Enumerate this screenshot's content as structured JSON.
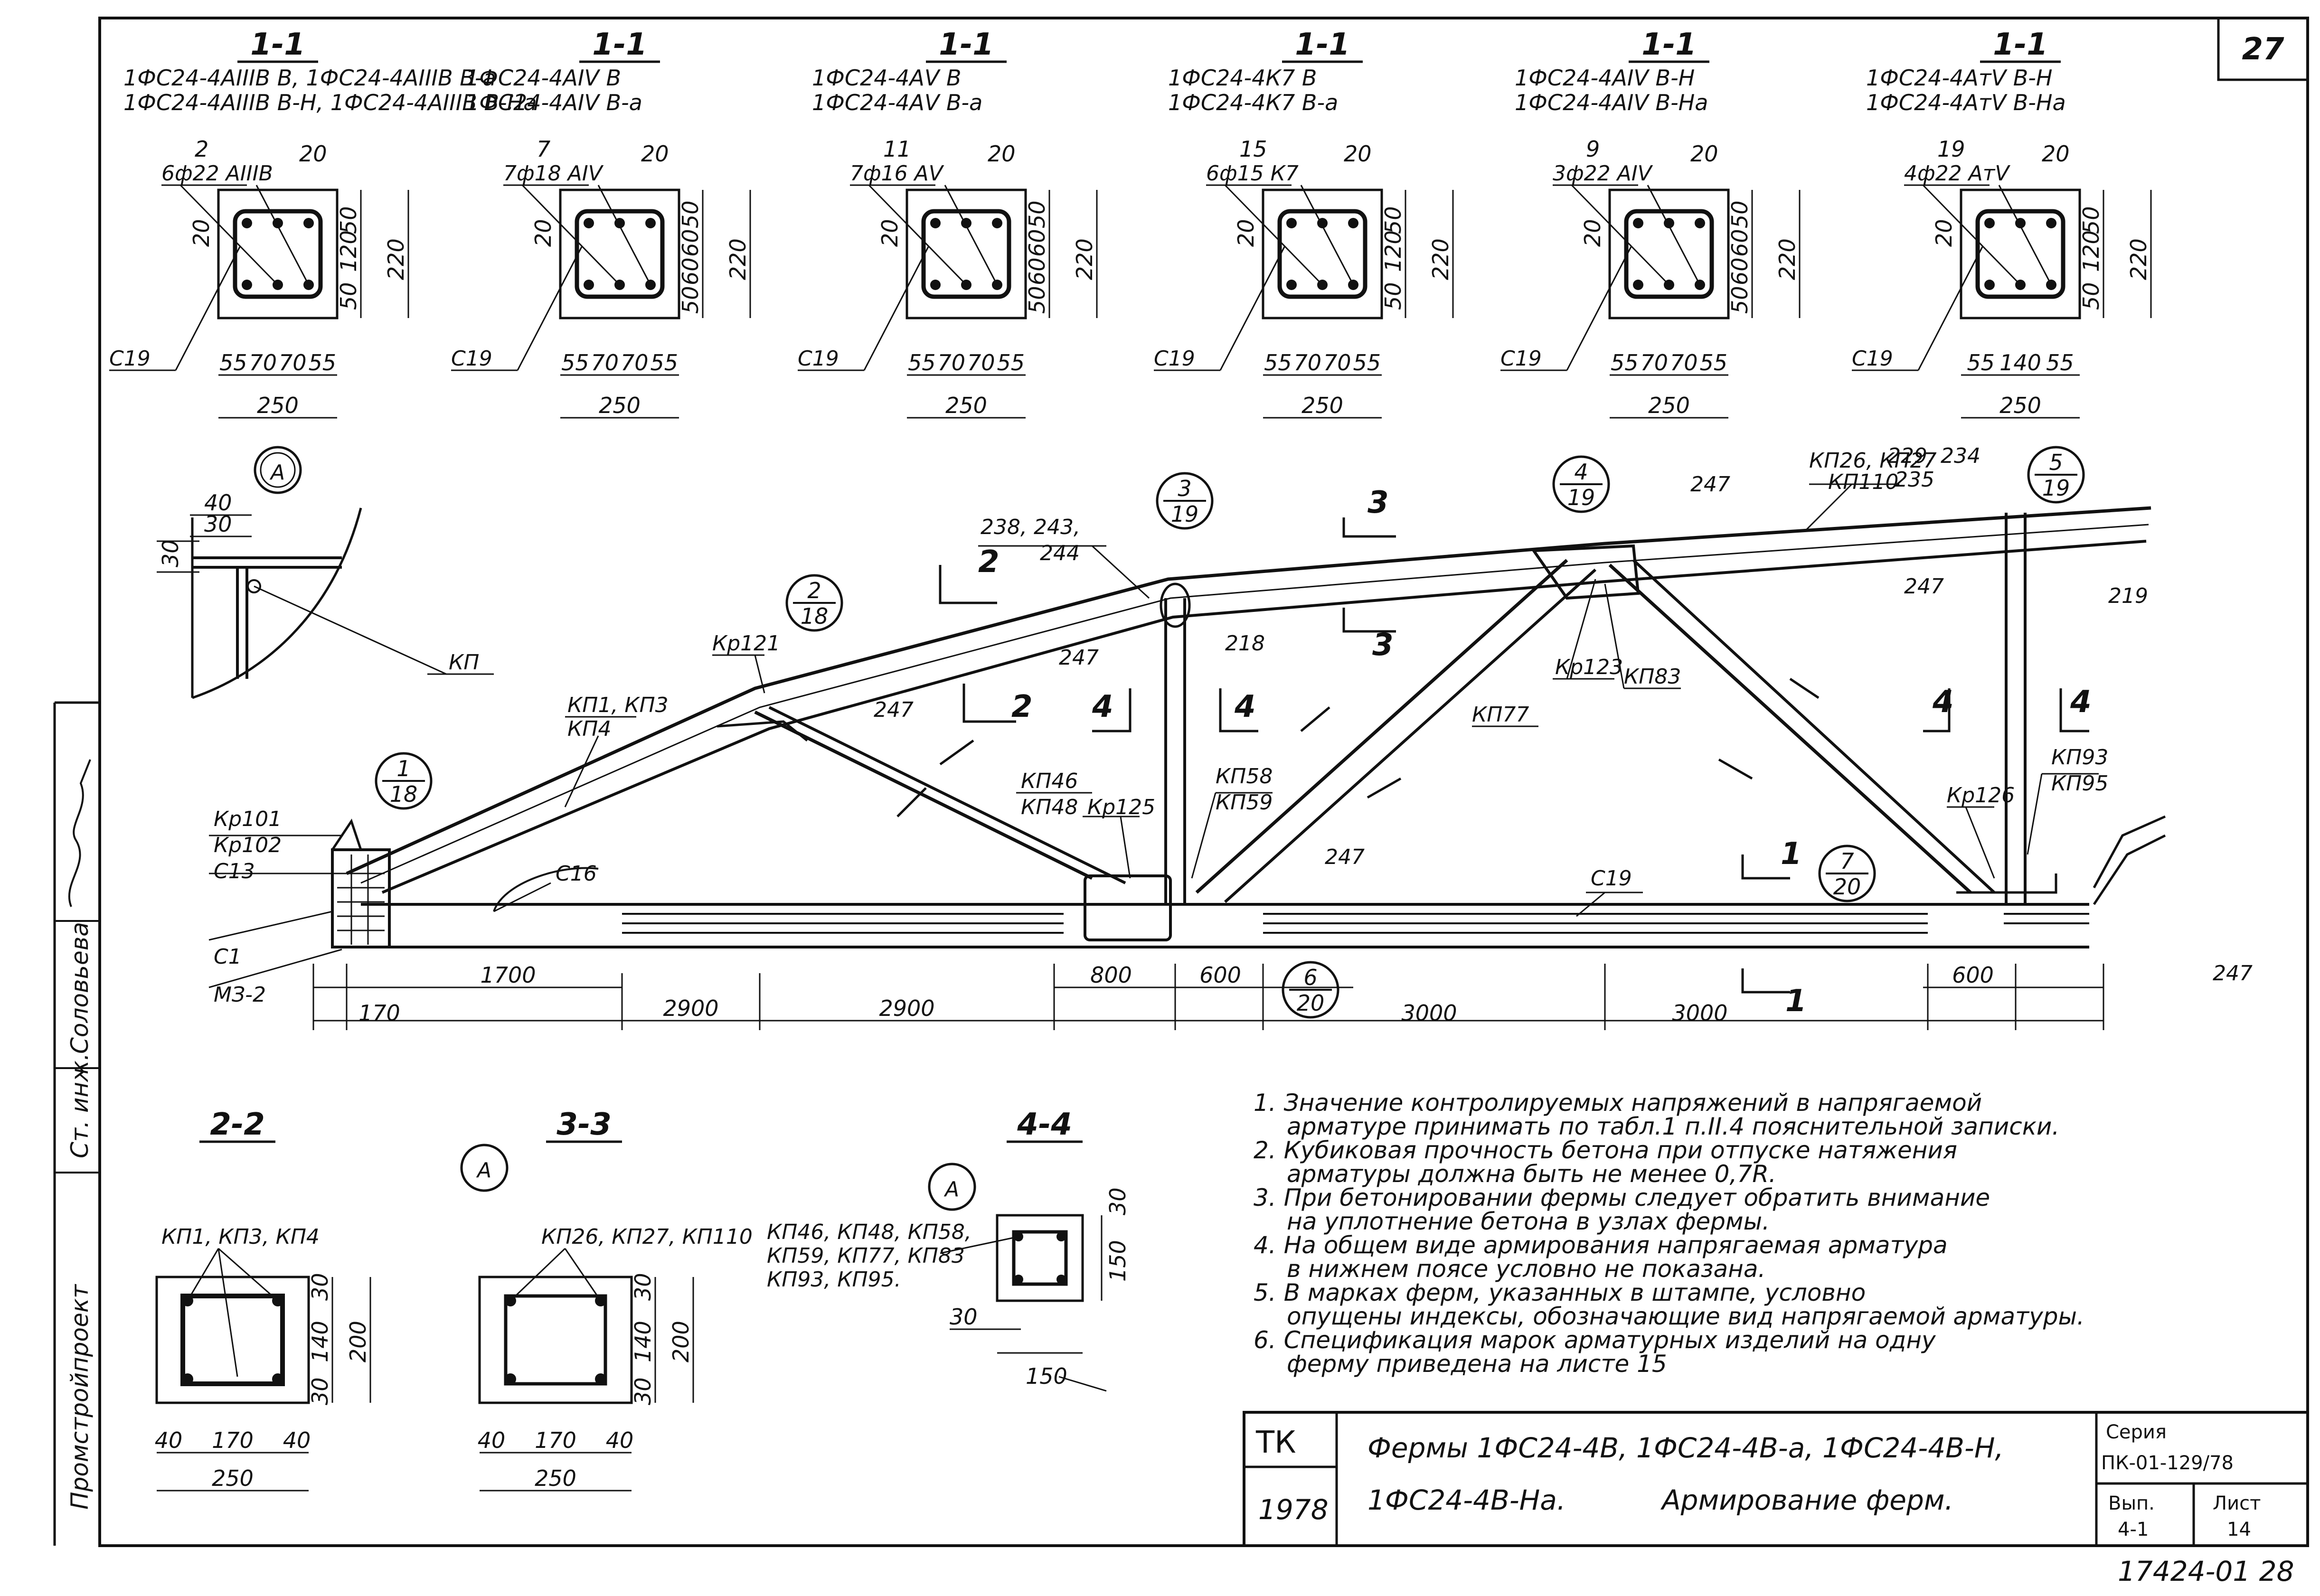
{
  "sheet_number": "27",
  "page_footer": "17424-01 28",
  "sections_top": [
    {
      "title": "1-1",
      "line1": "1ФС24-4АIIIВ В, 1ФС24-4АIIIВ В-а",
      "line2": "1ФС24-4АIIIВ В-Н, 1ФС24-4АIIIВ В-На",
      "mark": "2",
      "bars": "6ф22 АIIIВ",
      "clamp": "С19",
      "dims_h": [
        "55",
        "70",
        "70",
        "55"
      ],
      "dims_total": "250",
      "dims_v": [
        "50",
        "120",
        "50"
      ],
      "total_v": "220",
      "left_v": "20",
      "top_gap": "20"
    },
    {
      "title": "1-1",
      "line1": "1ФС24-4АIV В",
      "line2": "1ФС24-4АIV В-а",
      "mark": "7",
      "bars": "7ф18 АIV",
      "clamp": "С19",
      "dims_h": [
        "55",
        "70",
        "70",
        "55"
      ],
      "dims_total": "250",
      "dims_v": [
        "50",
        "60",
        "60",
        "50"
      ],
      "total_v": "220",
      "left_v": "20",
      "top_gap": "20"
    },
    {
      "title": "1-1",
      "line1": "1ФС24-4АV В",
      "line2": "1ФС24-4АV В-а",
      "mark": "11",
      "bars": "7ф16 АV",
      "clamp": "С19",
      "dims_h": [
        "55",
        "70",
        "70",
        "55"
      ],
      "dims_total": "250",
      "dims_v": [
        "50",
        "60",
        "60",
        "50"
      ],
      "total_v": "220",
      "left_v": "20",
      "top_gap": "20"
    },
    {
      "title": "1-1",
      "line1": "1ФС24-4К7 В",
      "line2": "1ФС24-4К7 В-а",
      "mark": "15",
      "bars": "6ф15 К7",
      "clamp": "С19",
      "dims_h": [
        "55",
        "70",
        "70",
        "55"
      ],
      "dims_total": "250",
      "dims_v": [
        "50",
        "120",
        "50"
      ],
      "total_v": "220",
      "left_v": "20",
      "top_gap": "20"
    },
    {
      "title": "1-1",
      "line1": "1ФС24-4АIV В-Н",
      "line2": "1ФС24-4АIV В-На",
      "mark": "9",
      "bars": "3ф22 АIV",
      "clamp": "С19",
      "dims_h": [
        "55",
        "70",
        "70",
        "55"
      ],
      "dims_total": "250",
      "dims_v": [
        "50",
        "60",
        "60",
        "50"
      ],
      "total_v": "220",
      "left_v": "20",
      "top_gap": "20"
    },
    {
      "title": "1-1",
      "line1": "1ФС24-4АтV В-Н",
      "line2": "1ФС24-4АтV В-На",
      "mark": "19",
      "bars": "4ф22 АтV",
      "clamp": "С19",
      "dims_h": [
        "55",
        "140",
        "55"
      ],
      "dims_total": "250",
      "dims_v": [
        "50",
        "120",
        "50"
      ],
      "total_v": "220",
      "left_v": "20",
      "top_gap": "20"
    }
  ],
  "truss_labels": {
    "node_a": "А",
    "c19_left": "С19",
    "kp121": "Кр121",
    "kp1_kp3": "КП1, КП3",
    "kp4": "КП4",
    "k238": "238, 243,",
    "k244": "244",
    "n247a": "247",
    "n247b": "247",
    "n247c": "247",
    "n247d": "247",
    "n247e": "247",
    "n247f": "247",
    "n218": "218",
    "n219": "219",
    "kp26": "КП26, КП27",
    "kp110": "КП110",
    "n229": "229, 234",
    "n235": "235",
    "kp123": "Кр123",
    "kp83": "КП83",
    "kp77": "КП77",
    "kp46": "КП46",
    "kp48": "КП48",
    "kp125": "Кр125",
    "kp58": "КП58",
    "kp59": "КП59",
    "kp126": "Кр126",
    "kp93": "КП93",
    "kp95": "КП95",
    "kp101": "Кр101",
    "kp102": "Кр102",
    "c13": "С13",
    "c16": "С16",
    "c1": "С1",
    "c19_bot": "С19",
    "mz2": "МЗ-2",
    "kp_detail": "КП",
    "d40": "40",
    "d30": "30",
    "d30v": "30",
    "cut2": "2",
    "cut3": "3",
    "cut4": "4",
    "cut1": "1",
    "callouts": [
      {
        "top": "1",
        "bot": "18"
      },
      {
        "top": "2",
        "bot": "18"
      },
      {
        "top": "3",
        "bot": "19"
      },
      {
        "top": "4",
        "bot": "19"
      },
      {
        "top": "5",
        "bot": "19"
      },
      {
        "top": "6",
        "bot": "20"
      },
      {
        "top": "7",
        "bot": "20"
      }
    ],
    "dims": [
      "1700",
      "170",
      "2900",
      "2900",
      "800",
      "600",
      "3000",
      "3000",
      "600"
    ]
  },
  "bottom_sections": [
    {
      "title": "2-2",
      "label": "КП1, КП3, КП4",
      "dims_h": [
        "40",
        "170",
        "40"
      ],
      "total": "250",
      "dims_v": [
        "30",
        "140",
        "30"
      ],
      "total_v": "200"
    },
    {
      "title": "3-3",
      "label": "КП26, КП27, КП110",
      "dims_h": [
        "40",
        "170",
        "40"
      ],
      "total": "250",
      "dims_v": [
        "30",
        "140",
        "30"
      ],
      "total_v": "200"
    },
    {
      "title": "4-4",
      "label_lines": [
        "КП46, КП48, КП58,",
        "КП59, КП77, КП83",
        "КП93, КП95."
      ],
      "dim_w": "150",
      "dim_h": "150",
      "dim_30a": "30",
      "dim_30b": "30"
    }
  ],
  "notes": [
    "1. Значение контролируемых напряжений в напрягаемой",
    "арматуре принимать по табл.1 п.II.4 пояснительной записки.",
    "2. Кубиковая прочность бетона при отпуске натяжения",
    "арматуры должна быть не менее 0,7R.",
    "3. При бетонировании фермы следует обратить внимание",
    "на уплотнение бетона в узлах фермы.",
    "4. На общем виде армирования напрягаемая арматура",
    "в нижнем поясе условно не показана.",
    "5. В марках ферм, указанных в штампе, условно",
    "опущены индексы, обозначающие вид напрягаемой арматуры.",
    "6. Спецификация марок арматурных изделий на одну",
    "ферму приведена на листе 15"
  ],
  "title_block": {
    "org": "ТК",
    "year": "1978",
    "title_line1": "Фермы 1ФС24-4В, 1ФС24-4В-а, 1ФС24-4В-Н,",
    "title_line2": "1ФС24-4В-На.",
    "title_line3": "Армирование ферм.",
    "series_label": "Серия",
    "series_value": "ПК-01-129/78",
    "issue_label": "Вып.",
    "issue_value": "4-1",
    "sheet_label": "Лист",
    "sheet_value": "14"
  },
  "side_stamp": {
    "org": "Промстройпроект",
    "role": "Ст. инж.",
    "name": "Соловьева"
  }
}
